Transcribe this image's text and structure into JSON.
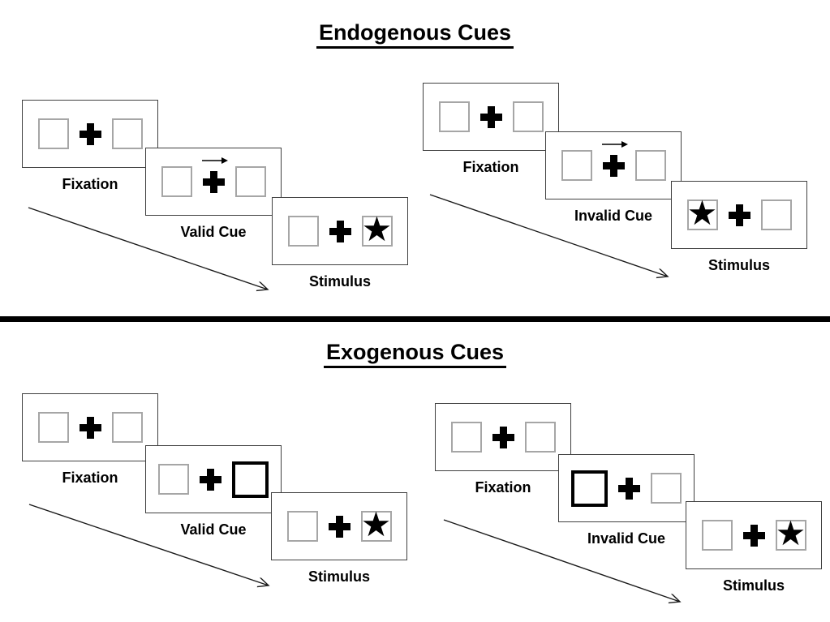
{
  "sections": [
    {
      "title": "Endogenous Cues"
    },
    {
      "title": "Exogenous Cues"
    }
  ],
  "glyphs": {
    "star": "★"
  },
  "panels": [
    {
      "name": "endogenous-valid",
      "cue": "central-arrow-right-icon",
      "stimulus_side": "right",
      "labels": [
        "Fixation",
        "Valid Cue",
        "Stimulus"
      ]
    },
    {
      "name": "endogenous-invalid",
      "cue": "central-arrow-right-icon",
      "stimulus_side": "left",
      "labels": [
        "Fixation",
        "Invalid Cue",
        "Stimulus"
      ]
    },
    {
      "name": "exogenous-valid",
      "cue": "peripheral-thick-box-right",
      "stimulus_side": "right",
      "labels": [
        "Fixation",
        "Valid Cue",
        "Stimulus"
      ]
    },
    {
      "name": "exogenous-invalid",
      "cue": "peripheral-thick-box-left",
      "stimulus_side": "right",
      "labels": [
        "Fixation",
        "Invalid Cue",
        "Stimulus"
      ]
    }
  ],
  "colors": {
    "ink": "#000000",
    "screen_border": "#404040",
    "placeholder_border": "#a6a6a6"
  }
}
